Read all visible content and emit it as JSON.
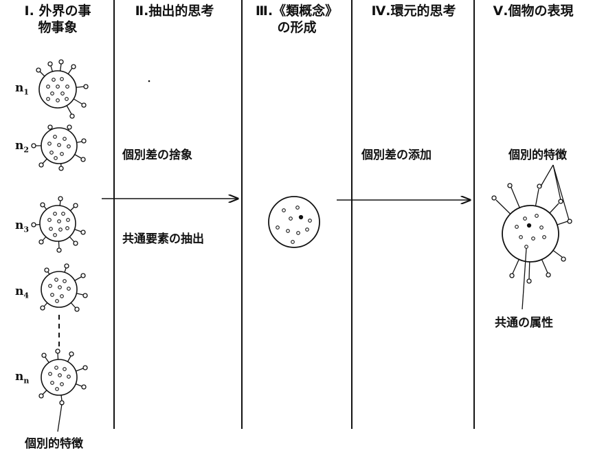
{
  "columns": [
    {
      "numeral": "Ⅰ.",
      "title": "外界の事",
      "title2": "物事象"
    },
    {
      "numeral": "Ⅱ.",
      "title": "抽出的思考"
    },
    {
      "numeral": "Ⅲ.",
      "title": "《類概念》",
      "title2": "の形成"
    },
    {
      "numeral": "Ⅳ.",
      "title": "環元的思考"
    },
    {
      "numeral": "Ⅴ.",
      "title": "個物の表現"
    }
  ],
  "instances": [
    {
      "label": "n",
      "sub": "1"
    },
    {
      "label": "n",
      "sub": "2"
    },
    {
      "label": "n",
      "sub": "3"
    },
    {
      "label": "n",
      "sub": "4"
    },
    {
      "label": "n",
      "sub": "n"
    }
  ],
  "labels": {
    "abstraction_of_differences": "個別差の捨象",
    "extraction_of_common": "共通要素の抽出",
    "addition_of_differences": "個別差の添加",
    "individual_features_right": "個別的特徴",
    "common_attributes": "共通の属性",
    "individual_features_bottom": "個別的特徴"
  },
  "colors": {
    "ink": "#111111",
    "background": "#ffffff"
  }
}
